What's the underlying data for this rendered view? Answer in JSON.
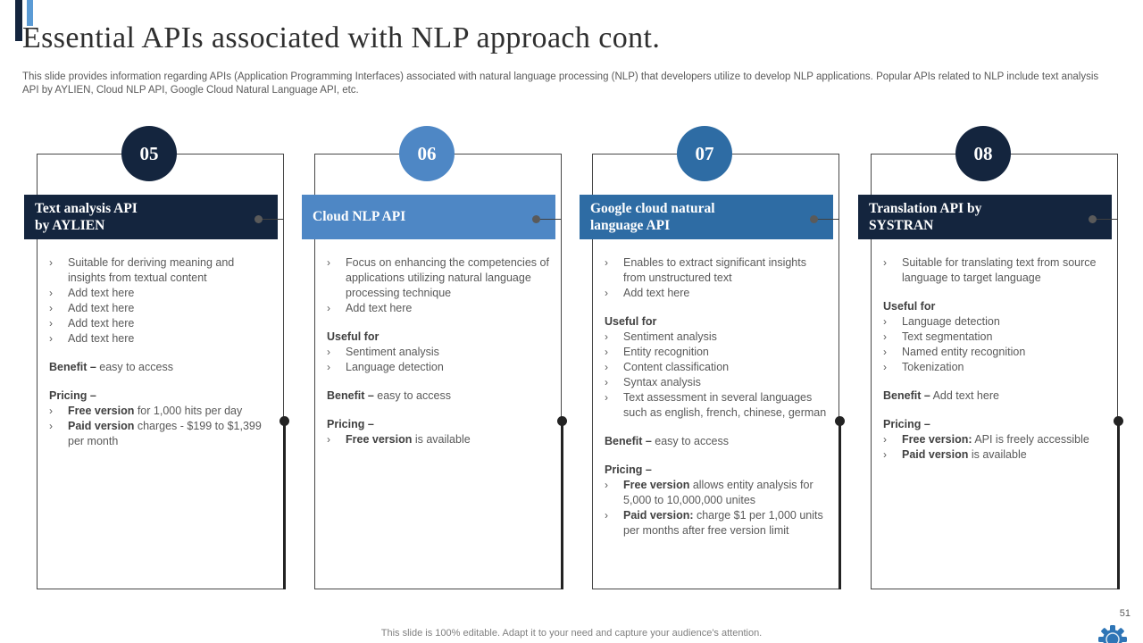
{
  "slide": {
    "title": "Essential APIs associated with NLP approach cont.",
    "subtitle": "This slide provides information regarding APIs (Application Programming Interfaces) associated with natural language processing (NLP) that developers utilize to develop NLP applications. Popular APIs related to NLP include text analysis API by AYLIEN,  Cloud NLP API,  Google Cloud Natural Language API, etc.",
    "footer": "This slide is 100% editable. Adapt it to your need and capture your audience's attention.",
    "page_number": "51"
  },
  "colors": {
    "navy": "#14253E",
    "blue_medium": "#2E6CA4",
    "blue_light": "#4E87C5",
    "accent_bar_light": "#5B9BD5",
    "gear_blue": "#2E75B6",
    "body_text": "#595959",
    "bold_text": "#404040"
  },
  "bullet_glyph": "›",
  "cards": [
    {
      "number": "05",
      "title_lines": [
        "Text analysis API",
        "by AYLIEN"
      ],
      "accent": "#14253E",
      "blocks": [
        {
          "type": "bullets",
          "items": [
            {
              "text": "Suitable for deriving meaning and insights from textual content"
            },
            {
              "text": "Add text here"
            },
            {
              "text": "Add text here"
            },
            {
              "text": "Add text here"
            },
            {
              "text": "Add text here"
            }
          ]
        },
        {
          "type": "label",
          "bold": "Benefit –",
          "text": "easy to access"
        },
        {
          "type": "label",
          "bold": "Pricing –",
          "text": ""
        },
        {
          "type": "bullets",
          "items": [
            {
              "bold": "Free version",
              "text": "for 1,000 hits per day"
            },
            {
              "bold": "Paid version",
              "text": "charges - $199 to $1,399 per month"
            }
          ]
        }
      ]
    },
    {
      "number": "06",
      "title_lines": [
        "Cloud NLP API"
      ],
      "accent": "#4E87C5",
      "blocks": [
        {
          "type": "bullets",
          "items": [
            {
              "text": "Focus on enhancing the competencies of applications utilizing natural language processing technique"
            },
            {
              "text": "Add text here"
            }
          ]
        },
        {
          "type": "label",
          "bold": "Useful for",
          "text": ""
        },
        {
          "type": "bullets",
          "items": [
            {
              "text": "Sentiment analysis"
            },
            {
              "text": "Language detection"
            }
          ]
        },
        {
          "type": "label",
          "bold": "Benefit –",
          "text": "easy to access"
        },
        {
          "type": "label",
          "bold": "Pricing –",
          "text": ""
        },
        {
          "type": "bullets",
          "items": [
            {
              "bold": "Free version",
              "text": "is available"
            }
          ]
        }
      ]
    },
    {
      "number": "07",
      "title_lines": [
        "Google cloud natural",
        "language API"
      ],
      "accent": "#2E6CA4",
      "blocks": [
        {
          "type": "bullets",
          "items": [
            {
              "text": "Enables to extract significant insights from unstructured text"
            },
            {
              "text": "Add text here"
            }
          ]
        },
        {
          "type": "label",
          "bold": "Useful for",
          "text": ""
        },
        {
          "type": "bullets",
          "items": [
            {
              "text": "Sentiment analysis"
            },
            {
              "text": "Entity recognition"
            },
            {
              "text": "Content classification"
            },
            {
              "text": "Syntax analysis"
            },
            {
              "text": "Text assessment in several languages such as english, french, chinese, german"
            }
          ]
        },
        {
          "type": "label",
          "bold": "Benefit –",
          "text": "easy to access"
        },
        {
          "type": "label",
          "bold": "Pricing –",
          "text": ""
        },
        {
          "type": "bullets",
          "items": [
            {
              "bold": "Free version",
              "text": "allows entity analysis for 5,000 to 10,000,000 unites"
            },
            {
              "bold": "Paid version:",
              "text": "charge $1 per 1,000 units per months after free version limit"
            }
          ]
        }
      ]
    },
    {
      "number": "08",
      "title_lines": [
        "Translation API by",
        "SYSTRAN"
      ],
      "accent": "#14253E",
      "blocks": [
        {
          "type": "bullets",
          "items": [
            {
              "text": "Suitable for translating text from source language to target language"
            }
          ]
        },
        {
          "type": "label",
          "bold": "Useful for",
          "text": ""
        },
        {
          "type": "bullets",
          "items": [
            {
              "text": "Language detection"
            },
            {
              "text": "Text segmentation"
            },
            {
              "text": "Named entity recognition"
            },
            {
              "text": "Tokenization"
            }
          ]
        },
        {
          "type": "label",
          "bold": "Benefit –",
          "text": "Add text here"
        },
        {
          "type": "label",
          "bold": "Pricing –",
          "text": ""
        },
        {
          "type": "bullets",
          "items": [
            {
              "bold": "Free version:",
              "text": "API is freely accessible"
            },
            {
              "bold": "Paid version",
              "text": "is available"
            }
          ]
        }
      ]
    }
  ]
}
